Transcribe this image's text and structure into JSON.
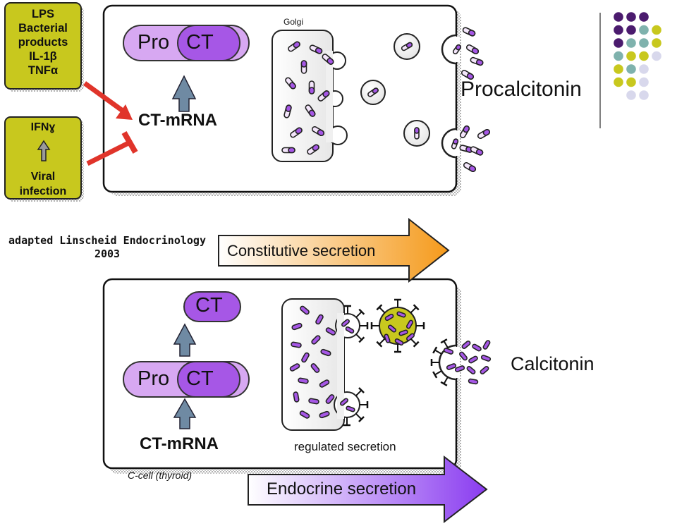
{
  "inducers": {
    "box1_lines": [
      "LPS",
      "Bacterial",
      "products",
      "IL-1β",
      "TNFα"
    ],
    "box2_top": "IFNɣ",
    "box2_bottom": [
      "Viral",
      "infection"
    ]
  },
  "top_cell": {
    "pro_label": "Pro",
    "ct_label": "CT",
    "mrna_label": "CT-mRNA",
    "golgi_label": "Golgi",
    "product_label": "Procalcitonin"
  },
  "citation": {
    "line1": "adapted Linscheid Endocrinology",
    "line2": "2003"
  },
  "arrows": {
    "constitutive": "Constitutive secretion",
    "endocrine": "Endocrine secretion"
  },
  "bottom_cell": {
    "ct_label": "CT",
    "pro_label": "Pro",
    "ct_in_pro_label": "CT",
    "mrna_label": "CT-mRNA",
    "regulated_label": "regulated secretion",
    "product_label": "Calcitonin",
    "cell_caption": "C-cell (thyroid)"
  },
  "colors": {
    "olive": "#c8c81e",
    "lilac": "#d7a8f2",
    "violet": "#a657e6",
    "purple_dark": "#4b1b6e",
    "teal": "#7fb2ad",
    "lavender": "#d8d8ec",
    "arrow_orange": "#f59a1b",
    "arrow_purple": "#8a3cf0",
    "red": "#e0342a",
    "gray_arrow": "#6f8aa3"
  }
}
